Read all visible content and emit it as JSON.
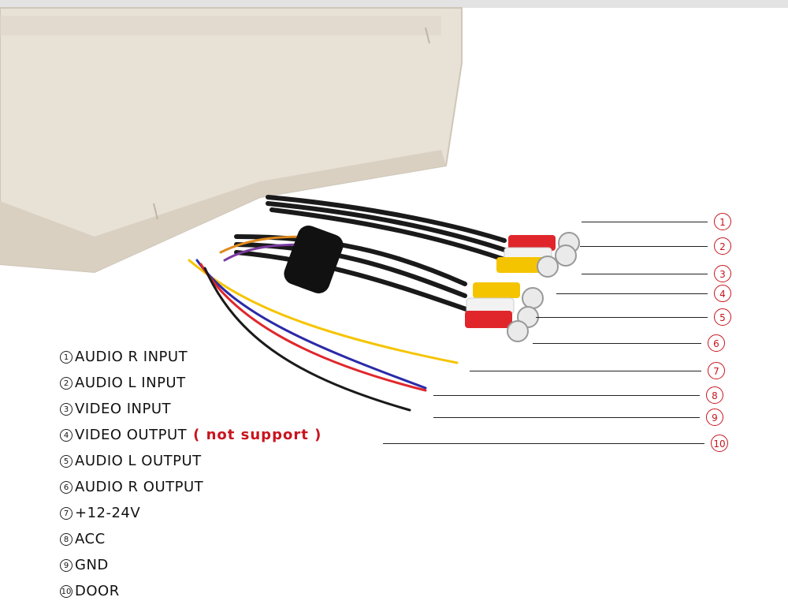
{
  "colors": {
    "accent": "#c8141e",
    "housing": "#e5ddd1",
    "cable": "#1a1a1a",
    "rca_red": "#e0262b",
    "rca_white": "#f2f2f2",
    "rca_yellow": "#f5c400"
  },
  "callouts": [
    {
      "num": "1"
    },
    {
      "num": "2"
    },
    {
      "num": "3"
    },
    {
      "num": "4"
    },
    {
      "num": "5"
    },
    {
      "num": "6"
    },
    {
      "num": "7"
    },
    {
      "num": "8"
    },
    {
      "num": "9"
    },
    {
      "num": "10"
    }
  ],
  "legend": [
    {
      "num": "1",
      "label": "AUDIO R INPUT",
      "note": ""
    },
    {
      "num": "2",
      "label": "AUDIO L INPUT",
      "note": ""
    },
    {
      "num": "3",
      "label": "VIDEO INPUT",
      "note": ""
    },
    {
      "num": "4",
      "label": "VIDEO OUTPUT",
      "note": "( not support )"
    },
    {
      "num": "5",
      "label": "AUDIO L OUTPUT",
      "note": ""
    },
    {
      "num": "6",
      "label": "AUDIO R OUTPUT",
      "note": ""
    },
    {
      "num": "7",
      "label": "+12-24V",
      "note": ""
    },
    {
      "num": "8",
      "label": "ACC",
      "note": ""
    },
    {
      "num": "9",
      "label": "GND",
      "note": ""
    },
    {
      "num": "10",
      "label": "DOOR",
      "note": ""
    }
  ]
}
